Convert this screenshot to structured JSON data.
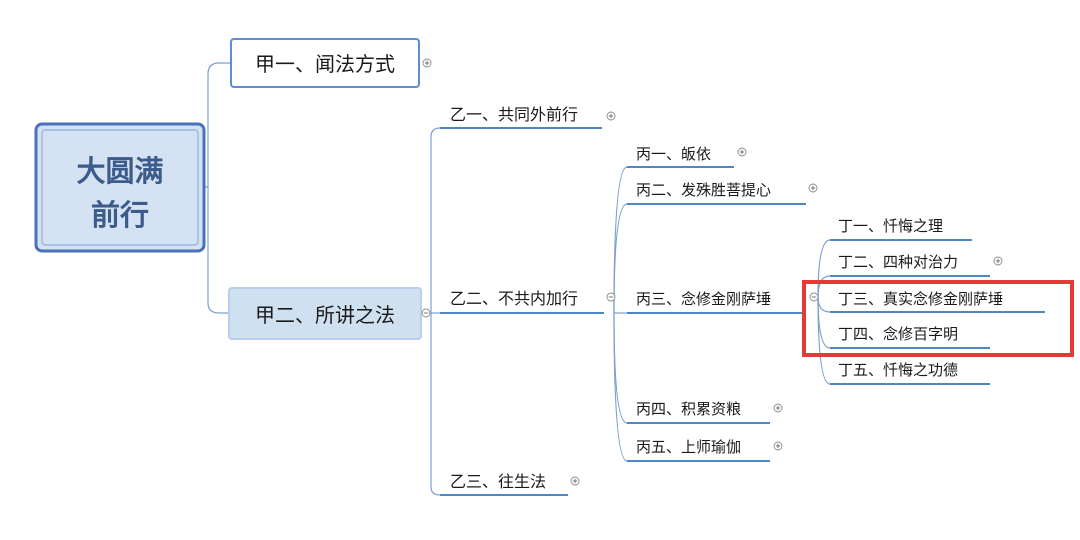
{
  "mindmap": {
    "root": {
      "line1": "大圆满",
      "line2": "前行"
    },
    "colors": {
      "connector": "#7b9fcf",
      "underline": "#4f86c6",
      "root_fill": "#d4e2f3",
      "root_border": "#4a72b8",
      "root_text": "#3b5b8a",
      "node_fill": "#ffffff",
      "node_selected_fill": "#cfe0f1",
      "highlight": "#e53935"
    },
    "nodes": {
      "jia1": "甲一、闻法方式",
      "jia2": "甲二、所讲之法",
      "yi1": "乙一、共同外前行",
      "yi2": "乙二、不共内加行",
      "yi3": "乙三、往生法",
      "bing1": "丙一、皈依",
      "bing2": "丙二、发殊胜菩提心",
      "bing3": "丙三、念修金刚萨埵",
      "bing4": "丙四、积累资粮",
      "bing5": "丙五、上师瑜伽",
      "ding1": "丁一、忏悔之理",
      "ding2": "丁二、四种对治力",
      "ding3": "丁三、真实念修金刚萨埵",
      "ding4": "丁四、念修百字明",
      "ding5": "丁五、忏悔之功德"
    }
  }
}
